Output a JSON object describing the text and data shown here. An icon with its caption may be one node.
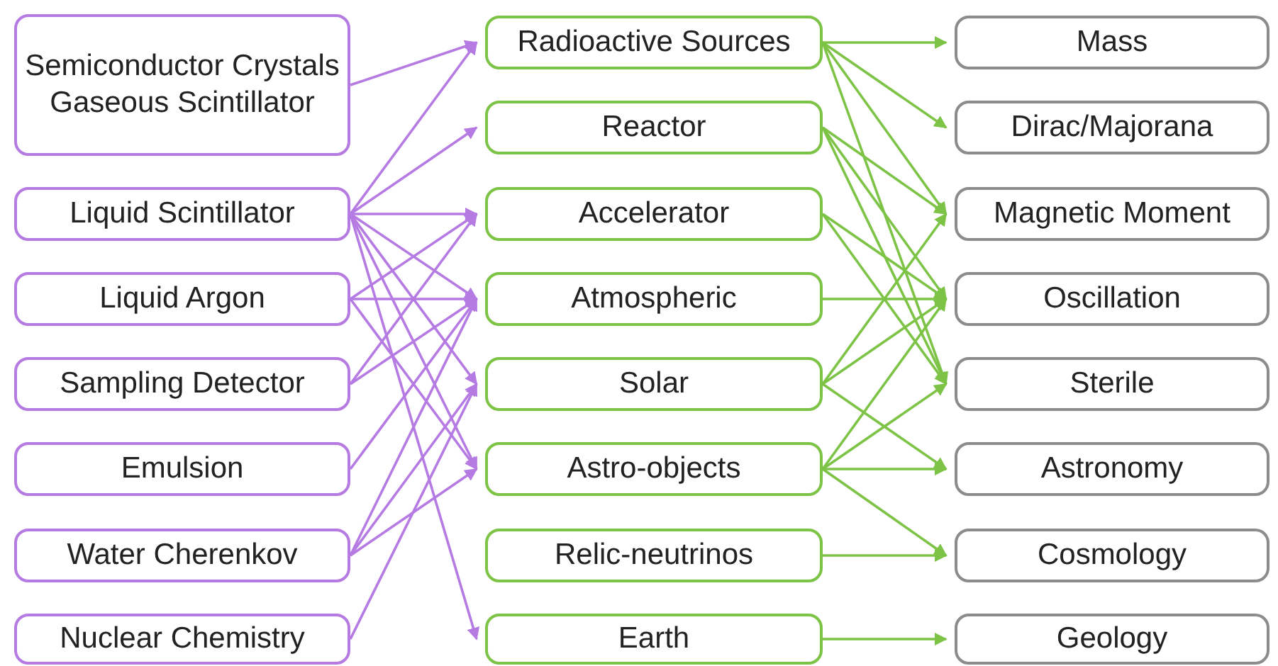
{
  "diagram": {
    "nodes": [
      {
        "text": [
          "Semiconductor Crystals Gaseous Scintillator"
        ]
      },
      {
        "text": [
          "Liquid Scintillator"
        ]
      },
      {
        "text": [
          "Liquid Argon"
        ]
      },
      {
        "text": [
          "Sampling Detector"
        ]
      },
      {
        "text": [
          "Emulsion"
        ]
      },
      {
        "text": [
          "Water Cherenkov"
        ]
      },
      {
        "text": [
          "Nuclear Chemistry"
        ]
      },
      {
        "text": [
          "Radioactive Sources"
        ]
      },
      {
        "text": [
          "Reactor"
        ]
      },
      {
        "text": [
          "Accelerator"
        ]
      },
      {
        "text": [
          "Atmospheric"
        ]
      },
      {
        "text": [
          "Solar"
        ]
      },
      {
        "text": [
          "Astro-objects"
        ]
      },
      {
        "text": [
          "Relic-neutrinos"
        ]
      },
      {
        "text": [
          "Earth"
        ]
      },
      {
        "text": [
          "Mass"
        ]
      },
      {
        "text": [
          "Dirac/Majorana"
        ]
      },
      {
        "text": [
          "Magnetic Moment"
        ]
      },
      {
        "text": [
          "Oscillation"
        ]
      },
      {
        "text": [
          "Sterile"
        ]
      },
      {
        "text": [
          "Astronomy"
        ]
      },
      {
        "text": [
          "Cosmology"
        ]
      },
      {
        "text": [
          "Geology"
        ]
      }
    ],
    "edges": [
      {
        "from": 0,
        "to": 7,
        "arrow": "to",
        "color": "#b57be3"
      },
      {
        "from": 1,
        "to": 7,
        "arrow": "to",
        "color": "#b57be3"
      },
      {
        "from": 1,
        "to": 8,
        "arrow": "to",
        "color": "#b57be3"
      },
      {
        "from": 1,
        "to": 9,
        "arrow": "to",
        "color": "#b57be3"
      },
      {
        "from": 1,
        "to": 10,
        "arrow": "to",
        "color": "#b57be3"
      },
      {
        "from": 1,
        "to": 11,
        "arrow": "to",
        "color": "#b57be3"
      },
      {
        "from": 1,
        "to": 12,
        "arrow": "to",
        "color": "#b57be3"
      },
      {
        "from": 1,
        "to": 14,
        "arrow": "to",
        "color": "#b57be3"
      },
      {
        "from": 2,
        "to": 9,
        "arrow": "to",
        "color": "#b57be3"
      },
      {
        "from": 2,
        "to": 10,
        "arrow": "to",
        "color": "#b57be3"
      },
      {
        "from": 2,
        "to": 12,
        "arrow": "to",
        "color": "#b57be3"
      },
      {
        "from": 3,
        "to": 9,
        "arrow": "to",
        "color": "#b57be3"
      },
      {
        "from": 3,
        "to": 10,
        "arrow": "to",
        "color": "#b57be3"
      },
      {
        "from": 4,
        "to": 10,
        "arrow": "to",
        "color": "#b57be3"
      },
      {
        "from": 5,
        "to": 10,
        "arrow": "to",
        "color": "#b57be3"
      },
      {
        "from": 5,
        "to": 11,
        "arrow": "to",
        "color": "#b57be3"
      },
      {
        "from": 5,
        "to": 12,
        "arrow": "to",
        "color": "#b57be3"
      },
      {
        "from": 6,
        "to": 11,
        "arrow": "to",
        "color": "#b57be3"
      },
      {
        "from": 7,
        "to": 15,
        "arrow": "to"
      },
      {
        "from": 7,
        "to": 16,
        "arrow": "to"
      },
      {
        "from": 7,
        "to": 17,
        "arrow": "to"
      },
      {
        "from": 7,
        "to": 19,
        "arrow": "to"
      },
      {
        "from": 8,
        "to": 17,
        "arrow": "to"
      },
      {
        "from": 8,
        "to": 18,
        "arrow": "to"
      },
      {
        "from": 8,
        "to": 19,
        "arrow": "to"
      },
      {
        "from": 9,
        "to": 18,
        "arrow": "to"
      },
      {
        "from": 9,
        "to": 19,
        "arrow": "to"
      },
      {
        "from": 10,
        "to": 18,
        "arrow": "to"
      },
      {
        "from": 11,
        "to": 17,
        "arrow": "to"
      },
      {
        "from": 11,
        "to": 18,
        "arrow": "to"
      },
      {
        "from": 11,
        "to": 20,
        "arrow": "to"
      },
      {
        "from": 12,
        "to": 18,
        "arrow": "to"
      },
      {
        "from": 12,
        "to": 19,
        "arrow": "to"
      },
      {
        "from": 12,
        "to": 20,
        "arrow": "to"
      },
      {
        "from": 12,
        "to": 21,
        "arrow": "to"
      },
      {
        "from": 13,
        "to": 21,
        "arrow": "to"
      },
      {
        "from": 14,
        "to": 22,
        "arrow": "to"
      }
    ]
  }
}
